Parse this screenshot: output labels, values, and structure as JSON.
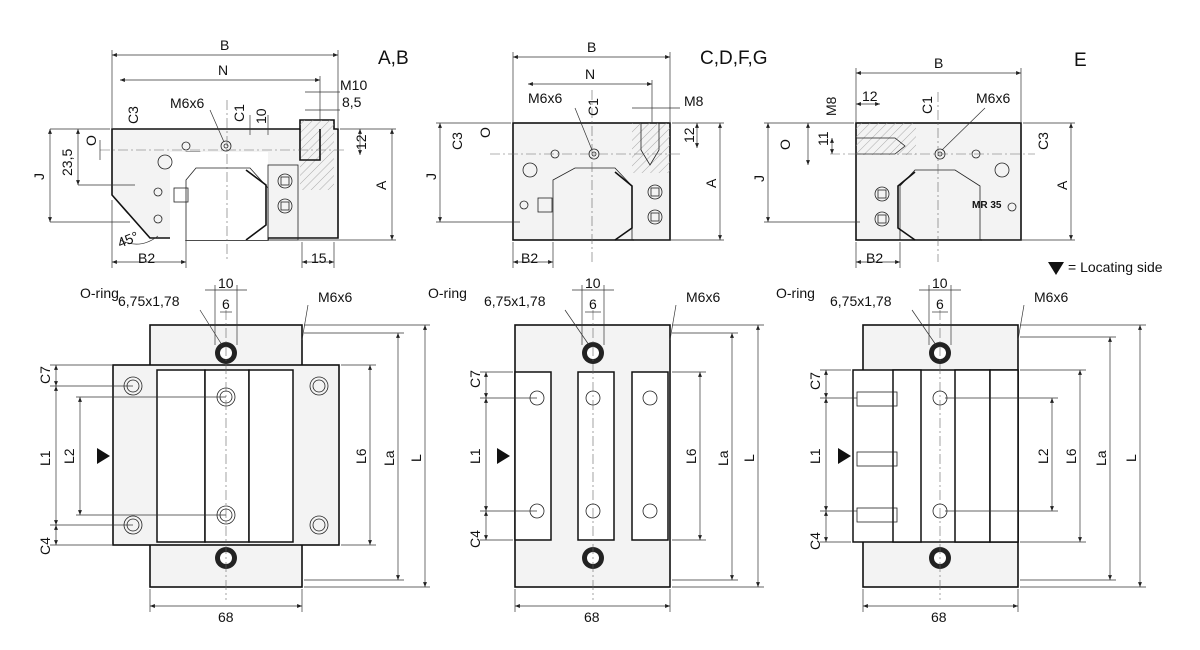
{
  "variants": {
    "ab": "A,B",
    "cdfg": "C,D,F,G",
    "e": "E"
  },
  "dimensions": {
    "B": "B",
    "N": "N",
    "M10": "M10",
    "M8": "M8",
    "v8_5": "8,5",
    "M6x6": "M6x6",
    "C1": "C1",
    "C3": "C3",
    "O": "O",
    "J": "J",
    "A": "A",
    "B2": "B2",
    "v23_5": "23,5",
    "v10": "10",
    "v12": "12",
    "v11": "11",
    "v15": "15",
    "v45": "45°",
    "v6": "6",
    "C7": "C7",
    "C4": "C4",
    "L1": "L1",
    "L2": "L2",
    "L6": "L6",
    "La": "La",
    "L": "L",
    "v68": "68"
  },
  "oring": {
    "label": "O-ring",
    "size": "6,75x1,78"
  },
  "marking": "MR 35",
  "legend": {
    "text": "= Locating side"
  }
}
